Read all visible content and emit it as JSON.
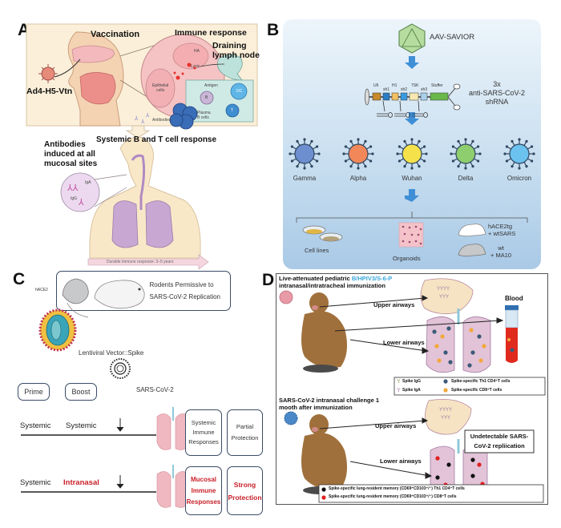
{
  "panels": {
    "A": {
      "letter": "A",
      "vaccine_label": "Ad4-H5-Vtn",
      "vaccination_label": "Vaccination",
      "immune_response_label": "Immune response",
      "draining_lymph_node_label": "Draining lymph node",
      "draining_line1": "Draining",
      "draining_line2": "lymph node",
      "cell_labels": {
        "ha": "HA",
        "lysis": "Lysis",
        "epithelial": "Epithelial cells",
        "epithelial_line1": "Epithelial",
        "epithelial_line2": "cells",
        "antigen": "Antigen",
        "dc": "DC",
        "b": "B",
        "t": "T",
        "plasma_line1": "Plasma",
        "plasma_line2": "B cells",
        "antibodies": "Antibodies"
      },
      "systemic_label": "Systemic B and T cell response",
      "mucosal_line1": "Antibodies",
      "mucosal_line2": "induced at all",
      "mucosal_line3": "mucosal sites",
      "iga": "IgA",
      "igg": "IgG",
      "durable_label": "Durable immune response: 3–5 years",
      "colors": {
        "frame_bg": "#fbefd9",
        "skin": "#f7e4c4",
        "lung": "#c8a8d2",
        "tissue": "#f3b9bd"
      }
    },
    "B": {
      "letter": "B",
      "vector_label": "AAV-SAVIOR",
      "construct": {
        "elements": [
          "U6",
          "sh1",
          "H1",
          "sh2",
          "7SK",
          "sh3",
          "Stuffer"
        ],
        "label_line1": "3x",
        "label_line2": "anti-SARS-CoV-2",
        "label_line3": "shRNA"
      },
      "variants": [
        {
          "name": "Gamma",
          "color": "#6d8fd0"
        },
        {
          "name": "Alpha",
          "color": "#f2875a"
        },
        {
          "name": "Wuhan",
          "color": "#f5e24a"
        },
        {
          "name": "Delta",
          "color": "#8fce6e"
        },
        {
          "name": "Omicron",
          "color": "#6cc2ee"
        }
      ],
      "models": {
        "cell_lines": "Cell lines",
        "organoids": "Organoids",
        "mouse1_line1": "hACE2tg",
        "mouse1_line2": "+ wtSARS",
        "mouse2_line1": "wt",
        "mouse2_line2": "+ MA10"
      },
      "colors": {
        "bg_top": "#eaf3fa",
        "bg_bottom": "#aecde8",
        "arrow": "#3f8fd6"
      }
    },
    "C": {
      "letter": "C",
      "rodent_box_line1": "Rodents Permissive to",
      "rodent_box_line2": "SARS-CoV-2 Replication",
      "hace2_tag": "hACE2",
      "vector_label": "Lentiviral Vector::Spike",
      "prime_label": "Prime",
      "boost_label": "Boost",
      "virus_label": "SARS-CoV-2",
      "row1": {
        "prime": "Systemic",
        "boost": "Systemic",
        "response_line1": "Systemic",
        "response_line2": "Immune",
        "response_line3": "Responses",
        "outcome_line1": "Partial",
        "outcome_line2": "Protection"
      },
      "row2": {
        "prime": "Systemic",
        "boost": "Intranasal",
        "response_line1": "Mucosal",
        "response_line2": "Immune",
        "response_line3": "Responses",
        "outcome_line1": "Strong",
        "outcome_line2": "Protection"
      },
      "colors": {
        "highlight": "#c8202a",
        "box_border": "#3a4b66",
        "lung": "#f0b8c0"
      }
    },
    "D": {
      "letter": "D",
      "top_title_line1_a": "Live-attenuated pediatric ",
      "top_title_line1_b": "B/HPIV3/S-6-P",
      "top_title_line2": "intranasal/intratracheal immunization",
      "upper_airways": "Upper airways",
      "lower_airways": "Lower airways",
      "blood": "Blood",
      "legend_top": [
        {
          "label": "Spike IgG",
          "mark": "Y",
          "color": "#8a9a5a"
        },
        {
          "label": "Spike IgA",
          "mark": "Y",
          "color": "#b07aa8"
        },
        {
          "label": "Spike-specific Th1 CD4⁺T cells",
          "mark": "dot",
          "color": "#3c5a78"
        },
        {
          "label": "Spike-specific CD8⁺T cells",
          "mark": "dot",
          "color": "#f2a83a"
        }
      ],
      "bottom_title_line1": "SARS-CoV-2 intranasal challenge 1",
      "bottom_title_line2": "mooth after immunization",
      "undetectable_line1": "Undetectable SARS-",
      "undetectable_line2": "CoV-2 repliication",
      "legend_bottom": [
        {
          "label": "Spike-specific lung-resident memory (CD69⁺CD103⁺/⁻) Th1 CD4⁺T cells",
          "color": "#111111"
        },
        {
          "label": "Spike-specific lung-resident memory (CD69⁺CD103⁺/⁻) CD8⁺T cells",
          "color": "#e02020"
        }
      ],
      "colors": {
        "highlight": "#3aa7dc",
        "monkey": "#a0703c",
        "lung": "#d8b4cc"
      }
    }
  }
}
